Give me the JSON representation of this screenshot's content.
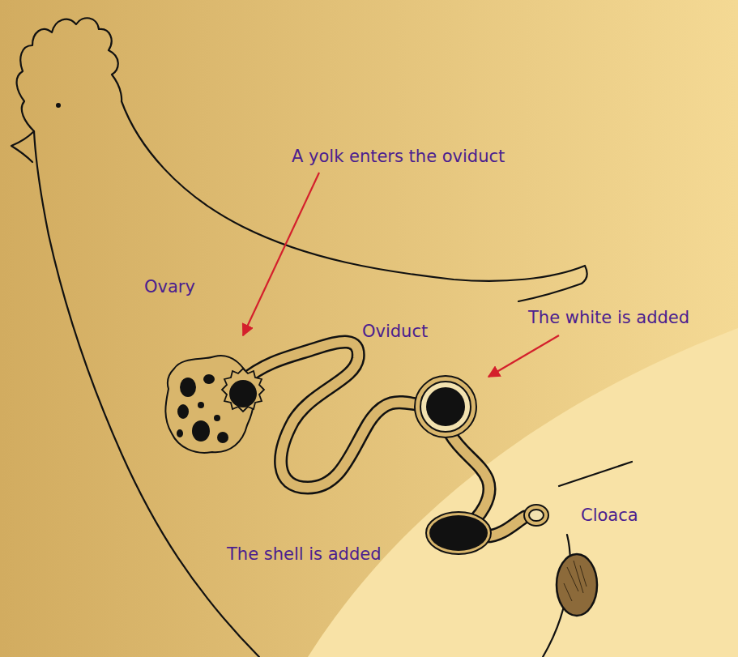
{
  "diagram": {
    "labels": [
      "A yolk enters the oviduct",
      "Ovary",
      "Oviduct",
      "The white is added",
      "Cloaca",
      "The shell is added"
    ]
  }
}
